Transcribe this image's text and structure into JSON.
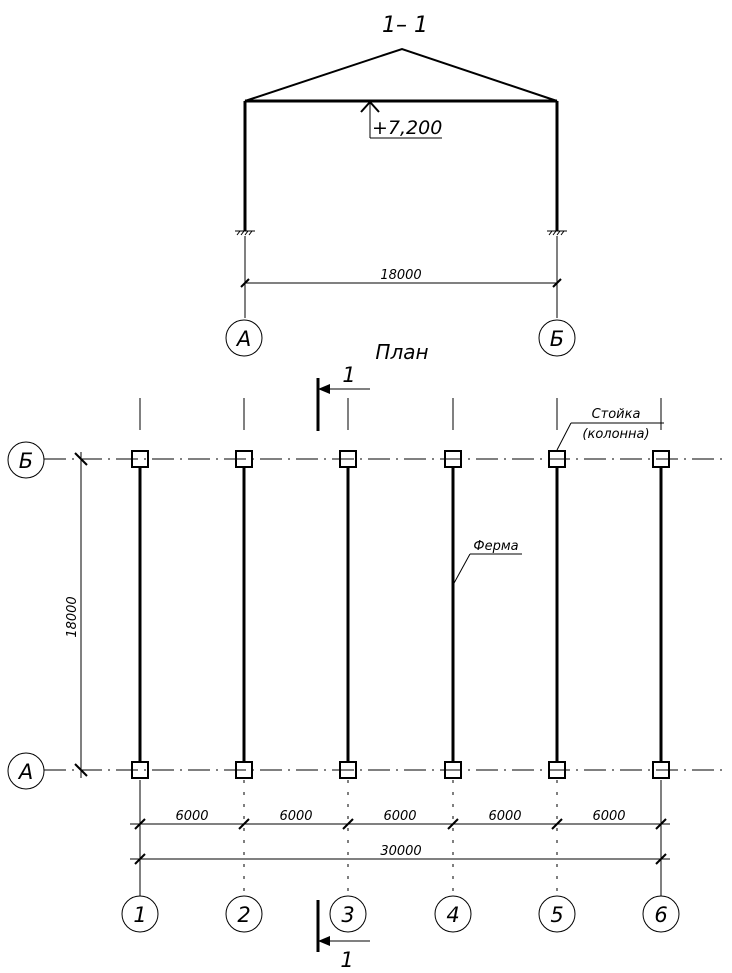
{
  "section": {
    "title": "1– 1",
    "elevation": "+7,200",
    "span": "18000",
    "axis_left": "А",
    "axis_right": "Б"
  },
  "plan": {
    "title": "План",
    "cut_label_top": "1",
    "cut_label_bottom": "1",
    "row_top": "Б",
    "row_bottom": "А",
    "span_vertical": "18000",
    "spacings": [
      "6000",
      "6000",
      "6000",
      "6000",
      "6000"
    ],
    "overall": "30000",
    "axes": [
      "1",
      "2",
      "3",
      "4",
      "5",
      "6"
    ],
    "column_note_line1": "Стойка",
    "column_note_line2": "(колонна)",
    "truss_note": "Ферма"
  }
}
